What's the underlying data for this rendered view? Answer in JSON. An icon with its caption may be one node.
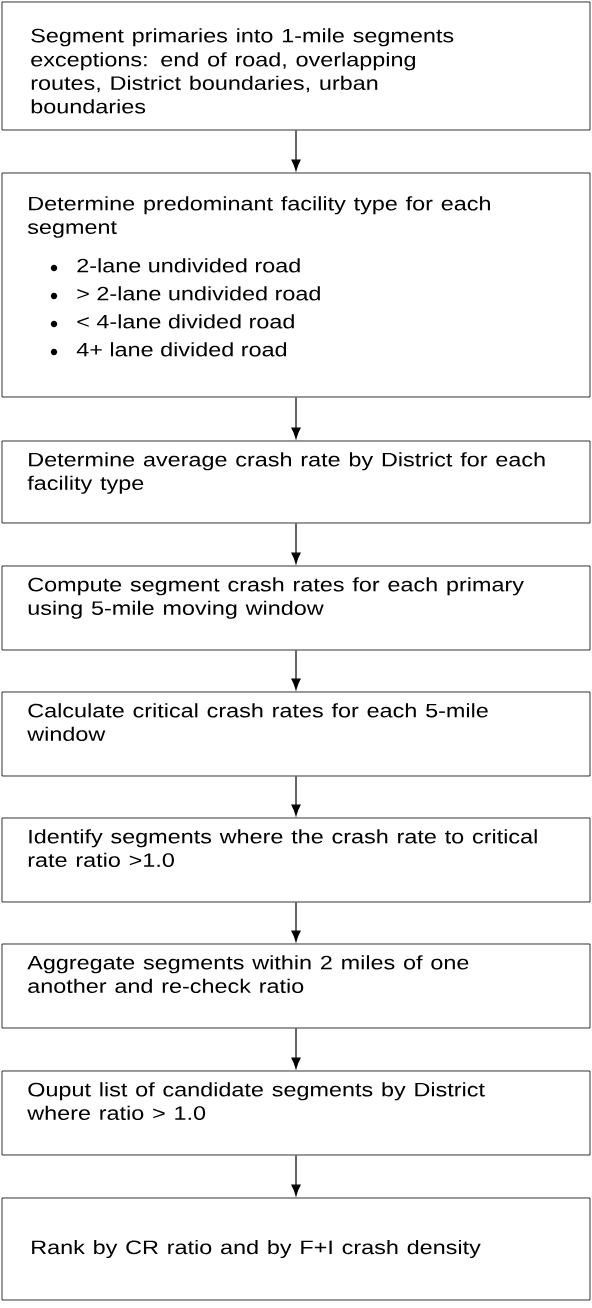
{
  "diagram": {
    "nodes": [
      {
        "text": [
          "Segment primaries into 1-mile segments",
          "exceptions:  end of road, overlapping routes, District boundaries, urban boundaries"
        ]
      },
      {
        "text": [
          "Determine predominant facility type for each segment",
          "2-lane undivided road",
          "> 2-lane undivided road",
          "< 4-lane divided road",
          "4+ lane divided road"
        ]
      },
      {
        "text": [
          "Determine average crash rate by District for each facility type"
        ]
      },
      {
        "text": [
          "Compute segment crash rates for each primary using 5-mile moving window"
        ]
      },
      {
        "text": [
          "Calculate critical crash rates for each 5-mile window"
        ]
      },
      {
        "text": [
          "Identify segments where the crash rate to critical rate ratio >1.0"
        ]
      },
      {
        "text": [
          "Aggregate segments within 2 miles of one another and re-check ratio"
        ]
      },
      {
        "text": [
          "Ouput list of candidate segments by District where ratio > 1.0"
        ]
      },
      {
        "text": [
          "Rank by CR ratio and by F+I crash density"
        ]
      }
    ],
    "edges": [
      {
        "from": 0,
        "to": 1,
        "arrow": "to"
      },
      {
        "from": 1,
        "to": 2,
        "arrow": "to"
      },
      {
        "from": 2,
        "to": 3,
        "arrow": "to"
      },
      {
        "from": 3,
        "to": 4,
        "arrow": "to"
      },
      {
        "from": 4,
        "to": 5,
        "arrow": "to"
      },
      {
        "from": 5,
        "to": 6,
        "arrow": "to"
      },
      {
        "from": 6,
        "to": 7,
        "arrow": "to"
      },
      {
        "from": 7,
        "to": 8,
        "arrow": "to"
      }
    ]
  }
}
